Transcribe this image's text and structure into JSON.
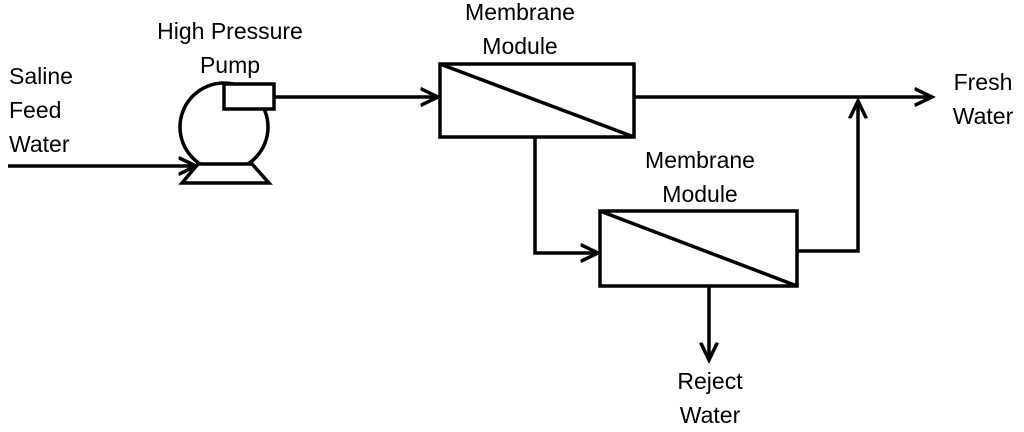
{
  "labels": {
    "feed": [
      "Saline",
      "Feed",
      "Water"
    ],
    "pump": [
      "High Pressure",
      "Pump"
    ],
    "module1": [
      "Membrane",
      "Module"
    ],
    "module2": [
      "Membrane",
      "Module"
    ],
    "fresh": [
      "Fresh",
      "Water"
    ],
    "reject": [
      "Reject",
      "Water"
    ]
  },
  "colors": {
    "stroke": "#000000",
    "background": "#ffffff"
  }
}
